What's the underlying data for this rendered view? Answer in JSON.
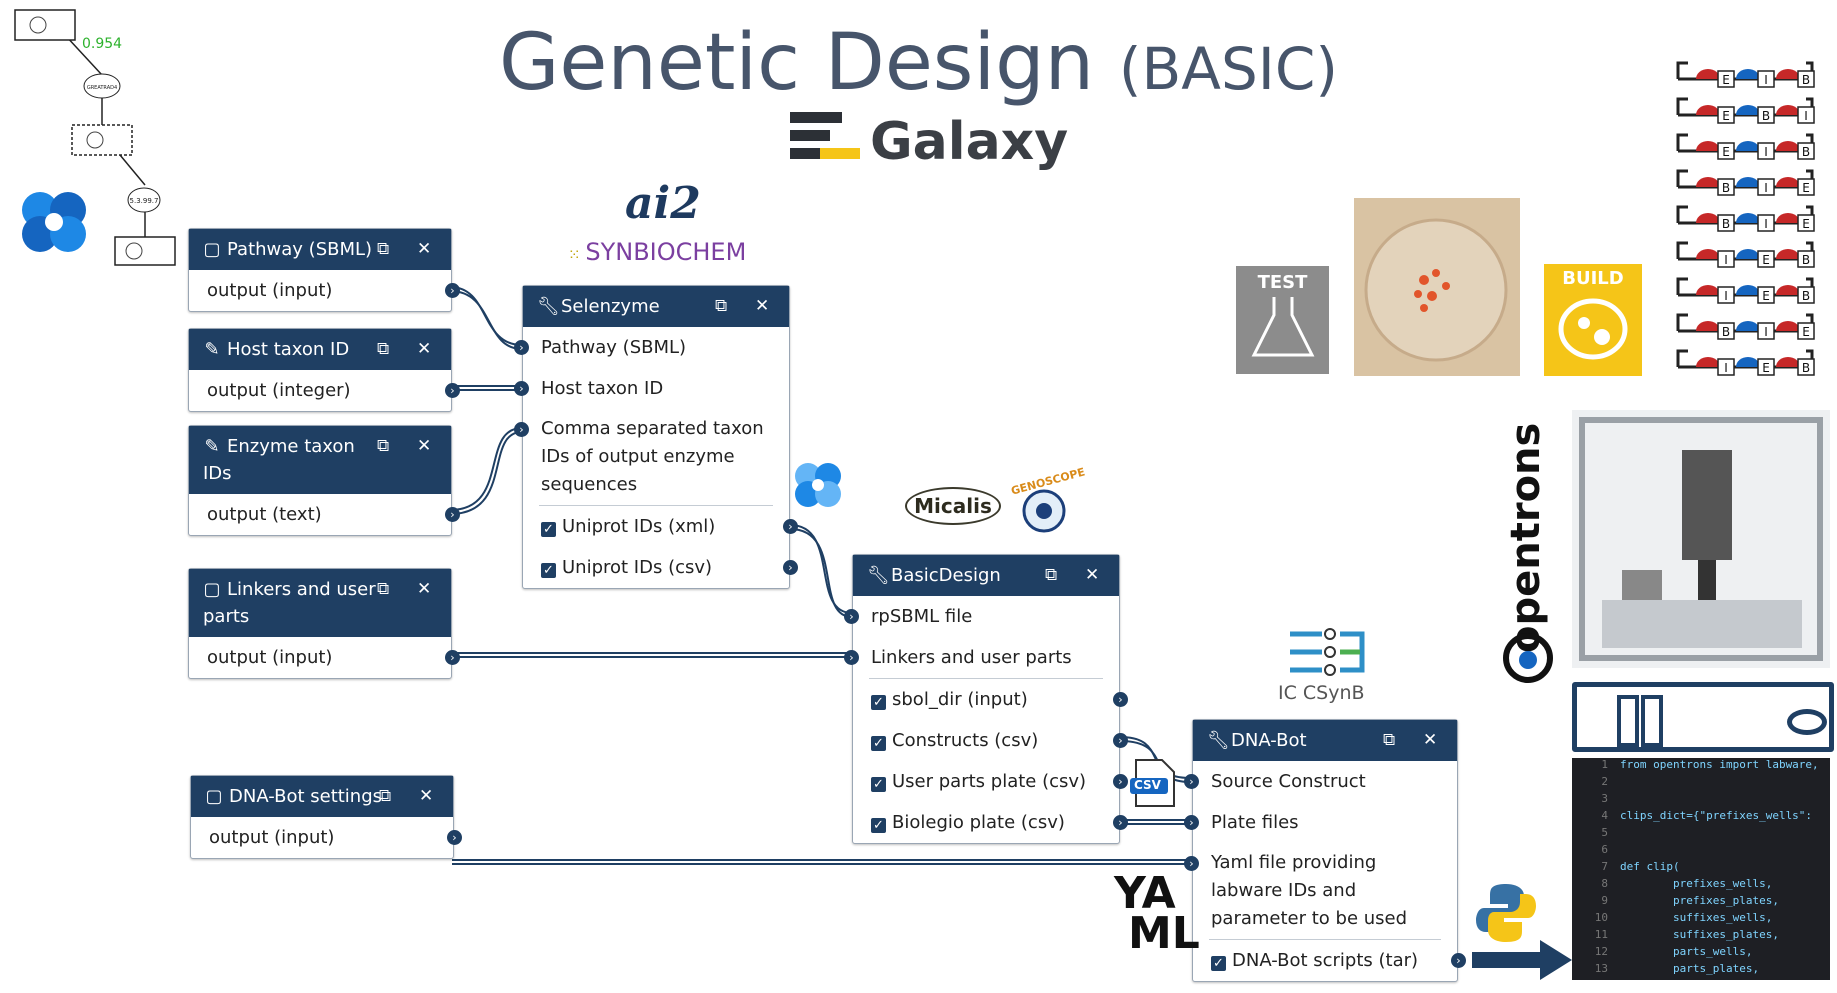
{
  "title": {
    "main": "Genetic Design",
    "sub": "(BASIC)"
  },
  "galaxy": {
    "label": "Galaxy"
  },
  "logos": {
    "ai2": "ai2",
    "synbiochem": "SYNBIOCHEM",
    "micalis": "Micalis",
    "genoscope": "GENOSCOPE",
    "csynb": "IC CSynB",
    "opentrons": "opentrons",
    "test": "TEST",
    "build": "BUILD",
    "yaml_top": "YA",
    "yaml_bottom": "ML",
    "csv": "CSV"
  },
  "pathway_graph": {
    "score": "0.954",
    "node_top": "GREATRAD4",
    "node_mid": "5.3.99.7"
  },
  "nodes": {
    "pathway": {
      "title": "Pathway (SBML)",
      "output": "output (input)"
    },
    "host": {
      "title": "Host taxon ID",
      "output": "output (integer)"
    },
    "enzyme": {
      "title": "Enzyme taxon IDs",
      "output": "output (text)"
    },
    "linkers": {
      "title": "Linkers and user parts",
      "output": "output (input)"
    },
    "dnabot_settings": {
      "title": "DNA-Bot settings",
      "output": "output (input)"
    },
    "selenzyme": {
      "title": "Selenzyme",
      "inputs": [
        "Pathway (SBML)",
        "Host taxon ID",
        "Comma separated taxon IDs of output enzyme sequences"
      ],
      "outputs": [
        "Uniprot IDs (xml)",
        "Uniprot IDs (csv)"
      ]
    },
    "basicdesign": {
      "title": "BasicDesign",
      "inputs": [
        "rpSBML file",
        "Linkers and user parts"
      ],
      "outputs": [
        "sbol_dir (input)",
        "Constructs (csv)",
        "User parts plate (csv)",
        "Biolegio plate (csv)"
      ]
    },
    "dnabot": {
      "title": "DNA-Bot",
      "inputs": [
        "Source Construct",
        "Plate files",
        "Yaml file providing labware IDs and parameter to be used"
      ],
      "outputs": [
        "DNA-Bot scripts (tar)"
      ]
    }
  },
  "constructs": [
    [
      "E",
      "I",
      "B"
    ],
    [
      "E",
      "B",
      "I"
    ],
    [
      "E",
      "I",
      "B"
    ],
    [
      "B",
      "I",
      "E"
    ],
    [
      "B",
      "I",
      "E"
    ],
    [
      "I",
      "E",
      "B"
    ],
    [
      "I",
      "E",
      "B"
    ],
    [
      "B",
      "I",
      "E"
    ],
    [
      "I",
      "E",
      "B"
    ]
  ],
  "code": {
    "line_numbers": [
      "1",
      "2",
      "3",
      "4",
      "5",
      "6",
      "7",
      "8",
      "9",
      "10",
      "11",
      "12",
      "13"
    ],
    "lines": [
      "from opentrons import labware,",
      "",
      "",
      "clips_dict={\"prefixes_wells\":",
      "",
      "",
      "def clip(",
      "        prefixes_wells,",
      "        prefixes_plates,",
      "        suffixes_wells,",
      "        suffixes_plates,",
      "        parts_wells,",
      "        parts_plates,"
    ]
  },
  "colors": {
    "node_header": "#1f3f63",
    "wire": "#1f3f63",
    "accent_yellow": "#f5c518",
    "score_green": "#2db22d"
  }
}
